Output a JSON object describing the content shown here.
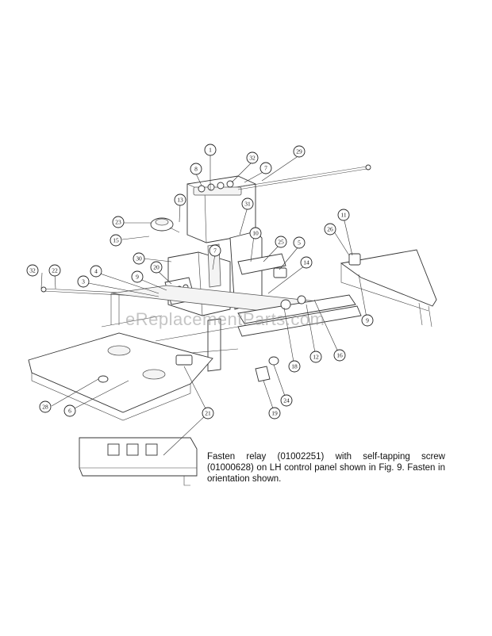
{
  "watermark": "eReplacementParts.com",
  "note": "Fasten relay (01002251) with self-tapping screw (01000628) on LH control panel shown in Fig. 9. Fasten in orientation shown.",
  "callouts": [
    "1",
    "32",
    "29",
    "8",
    "7",
    "13",
    "31",
    "23",
    "15",
    "11",
    "26",
    "10",
    "25",
    "5",
    "7",
    "30",
    "14",
    "20",
    "32",
    "22",
    "4",
    "9",
    "3",
    "9",
    "28",
    "6",
    "18",
    "12",
    "16",
    "24",
    "19",
    "21"
  ]
}
